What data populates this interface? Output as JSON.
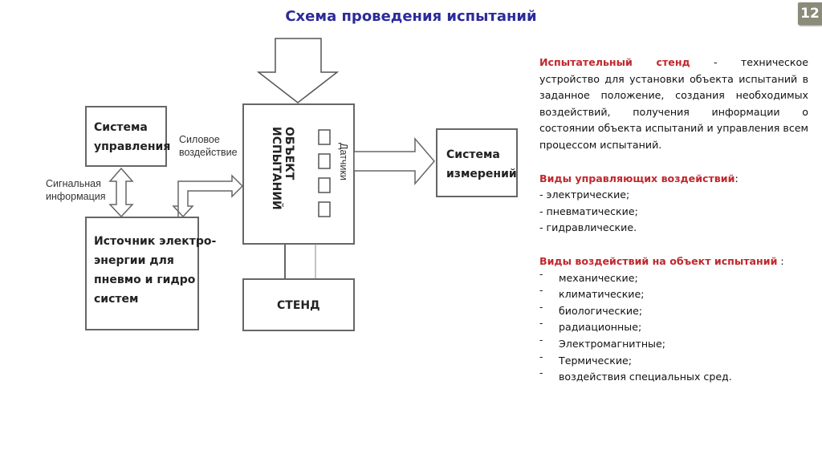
{
  "title": "Схема проведения испытаний",
  "page_number": "12",
  "diagram": {
    "control_system": [
      "Система",
      "управления"
    ],
    "power_source": [
      "Источник электро-",
      "энергии для",
      "пневмо и гидро",
      "систем"
    ],
    "force_label": [
      "Силовое",
      "воздействие"
    ],
    "signal_label": [
      "Сигнальная",
      "информация"
    ],
    "object_label": [
      "ОБЪЕКТ",
      "ИСПЫТАНИЙ"
    ],
    "sensors_label": "Датчики",
    "measure_system": [
      "Система",
      "измерений"
    ],
    "stand": "СТЕНД"
  },
  "text": {
    "definition_term": "Испытательный стенд",
    "definition_body": " - техническое устройство для установки объекта испытаний в заданное положение, создания необходимых воздействий, получения информации о состоянии объекта испытаний и управления всем процессом испытаний.",
    "control_heading": "Виды управляющих воздействий",
    "control_colon": ":",
    "control_items": [
      "- электрические;",
      "- пневматические;",
      "- гидравлические."
    ],
    "impact_heading": "Виды воздействий на объект испытаний",
    "impact_colon": " :",
    "impact_items": [
      "механические;",
      "климатические;",
      "биологические;",
      "радиационные;",
      "Электромагнитные;",
      "Термические;",
      "воздействия специальных сред."
    ]
  }
}
